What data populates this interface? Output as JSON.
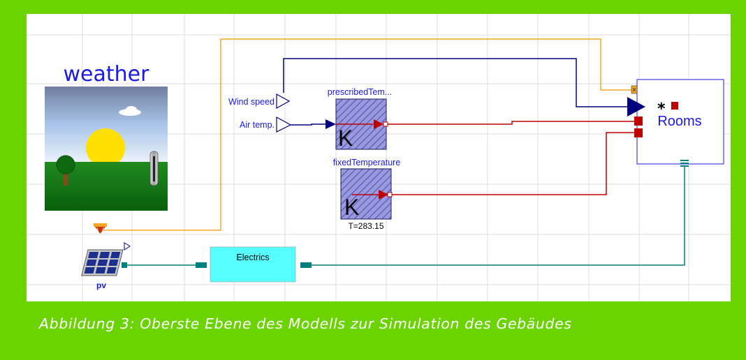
{
  "diagram": {
    "weather_title": "weather",
    "weather_icon": "weather-landscape-icon",
    "inputs": {
      "wind_speed": "Wind speed",
      "air_temp": "Air temp."
    },
    "prescribed": {
      "name": "prescribedTem...",
      "unit": "K"
    },
    "fixed": {
      "name": "fixedTemperature",
      "unit": "K",
      "param": "T=283.15"
    },
    "rooms": {
      "label": "Rooms",
      "star": "*"
    },
    "electrics": {
      "label": "Electrics"
    },
    "pv": {
      "label": "pv",
      "icon": "solar-panel-icon"
    },
    "colors": {
      "signal_blue": "#00007f",
      "thermal_red": "#bf0000",
      "electric_teal": "#007f7f",
      "bus_orange": "#f5a623",
      "frame_green": "#6bd400"
    }
  },
  "caption": "Abbildung 3: Oberste Ebene des Modells zur Simulation des Gebäudes"
}
